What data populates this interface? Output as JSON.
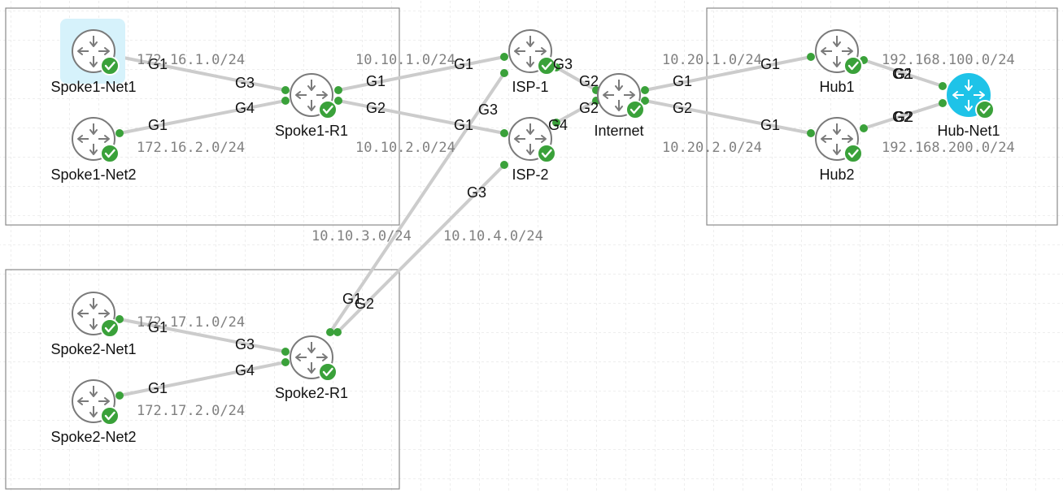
{
  "colors": {
    "link": "#cccccc",
    "port": "#3aa13a",
    "status_ok": "#3aa13a",
    "router_stroke": "#7a7a7a",
    "router_fill": "#ffffff",
    "hub_net_fill": "#1ec3e8",
    "selection": "#d6f2fb",
    "group_border": "#8a8a8a",
    "grid": "#dcdcdc"
  },
  "nodes": [
    {
      "id": "spoke1-net1",
      "label": "Spoke1-Net1",
      "icon": "router-icon",
      "status": "ok",
      "selected": true
    },
    {
      "id": "spoke1-net2",
      "label": "Spoke1-Net2",
      "icon": "router-icon",
      "status": "ok"
    },
    {
      "id": "spoke1-r1",
      "label": "Spoke1-R1",
      "icon": "router-icon",
      "status": "ok"
    },
    {
      "id": "isp-1",
      "label": "ISP-1",
      "icon": "router-icon",
      "status": "ok"
    },
    {
      "id": "isp-2",
      "label": "ISP-2",
      "icon": "router-icon",
      "status": "ok"
    },
    {
      "id": "internet",
      "label": "Internet",
      "icon": "router-icon",
      "status": "ok"
    },
    {
      "id": "hub1",
      "label": "Hub1",
      "icon": "router-icon",
      "status": "ok"
    },
    {
      "id": "hub2",
      "label": "Hub2",
      "icon": "router-icon",
      "status": "ok"
    },
    {
      "id": "hub-net1",
      "label": "Hub-Net1",
      "icon": "router-icon",
      "status": "ok",
      "highlighted": true
    },
    {
      "id": "spoke2-net1",
      "label": "Spoke2-Net1",
      "icon": "router-icon",
      "status": "ok"
    },
    {
      "id": "spoke2-net2",
      "label": "Spoke2-Net2",
      "icon": "router-icon",
      "status": "ok"
    },
    {
      "id": "spoke2-r1",
      "label": "Spoke2-R1",
      "icon": "router-icon",
      "status": "ok"
    }
  ],
  "links": [
    {
      "id": "l1",
      "a": "spoke1-net1",
      "b": "spoke1-r1",
      "a_if": "G1",
      "b_if": "G3",
      "subnet": "172.16.1.0/24"
    },
    {
      "id": "l2",
      "a": "spoke1-net2",
      "b": "spoke1-r1",
      "a_if": "G1",
      "b_if": "G4",
      "subnet": "172.16.2.0/24"
    },
    {
      "id": "l3",
      "a": "spoke1-r1",
      "b": "isp-1",
      "a_if": "G1",
      "b_if": "G1",
      "subnet": "10.10.1.0/24"
    },
    {
      "id": "l4",
      "a": "spoke1-r1",
      "b": "isp-2",
      "a_if": "G2",
      "b_if": "G1",
      "subnet": "10.10.2.0/24"
    },
    {
      "id": "l5",
      "a": "isp-1",
      "b": "internet",
      "a_if": "G3",
      "b_if": "G2",
      "subnet": ""
    },
    {
      "id": "l6",
      "a": "isp-2",
      "b": "internet",
      "a_if": "G4",
      "b_if": "G2",
      "subnet": ""
    },
    {
      "id": "l7",
      "a": "internet",
      "b": "hub1",
      "a_if": "G1",
      "b_if": "G1",
      "subnet": "10.20.1.0/24"
    },
    {
      "id": "l8",
      "a": "internet",
      "b": "hub2",
      "a_if": "G2",
      "b_if": "G1",
      "subnet": "10.20.2.0/24"
    },
    {
      "id": "l9",
      "a": "hub1",
      "b": "hub-net1",
      "a_if": "G2",
      "b_if": "G1",
      "subnet": "192.168.100.0/24"
    },
    {
      "id": "l10",
      "a": "hub2",
      "b": "hub-net1",
      "a_if": "G2",
      "b_if": "G2",
      "subnet": "192.168.200.0/24"
    },
    {
      "id": "l11",
      "a": "spoke2-r1",
      "b": "isp-1",
      "a_if": "G1",
      "b_if": "G3",
      "subnet": "10.10.3.0/24"
    },
    {
      "id": "l12",
      "a": "spoke2-r1",
      "b": "isp-2",
      "a_if": "G2",
      "b_if": "G3",
      "subnet": "10.10.4.0/24"
    },
    {
      "id": "l13",
      "a": "spoke2-net1",
      "b": "spoke2-r1",
      "a_if": "G1",
      "b_if": "G3",
      "subnet": "172.17.1.0/24"
    },
    {
      "id": "l14",
      "a": "spoke2-net2",
      "b": "spoke2-r1",
      "a_if": "G1",
      "b_if": "G4",
      "subnet": "172.17.2.0/24"
    }
  ]
}
